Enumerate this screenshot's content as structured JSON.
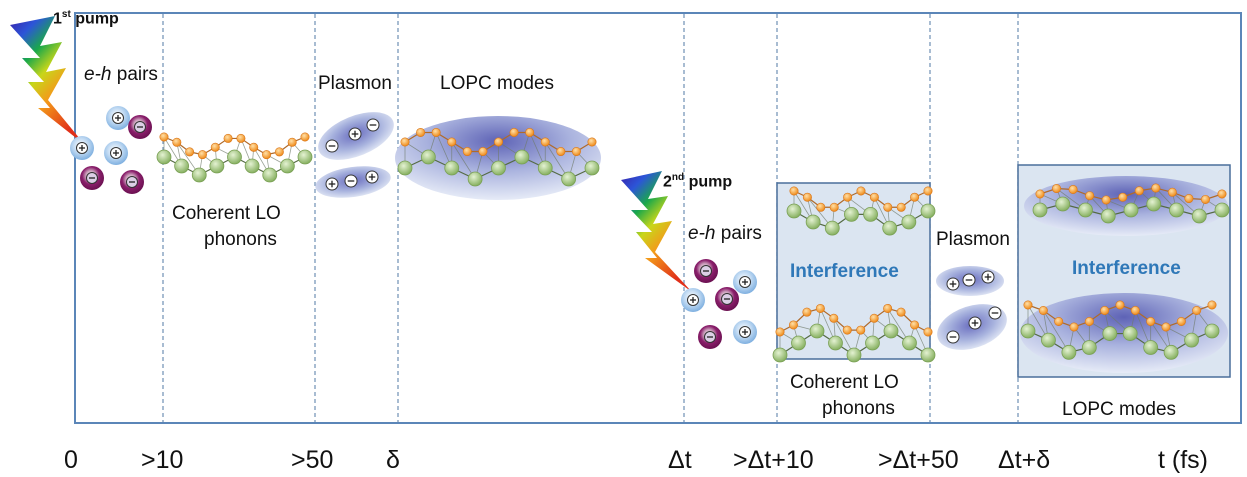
{
  "pump1": {
    "ordinal": "1",
    "suffix": "st",
    "word": "pump"
  },
  "pump2": {
    "ordinal": "2",
    "suffix": "nd",
    "word": "pump"
  },
  "labels": {
    "eh_italic": "e-h",
    "eh_rest": " pairs",
    "plasmon": "Plasmon",
    "lopc": "LOPC modes",
    "coherent_line1": "Coherent LO",
    "coherent_line2": "phonons",
    "interference": "Interference"
  },
  "time_axis": {
    "ticks": [
      "0",
      ">10",
      ">50",
      "δ",
      "Δt",
      ">Δt+10",
      ">Δt+50",
      "Δt+δ",
      "t (fs)"
    ]
  },
  "colors": {
    "frame": "#5b86b8",
    "divider": "#6f8fb5",
    "interference_text": "#2f78b8",
    "box_fill": "#dbe5f1",
    "orange_atom": "#f39a2a",
    "green_atom": "#9fc27a",
    "electron": "#8a1f6b",
    "hole": "#9cc3ea"
  }
}
